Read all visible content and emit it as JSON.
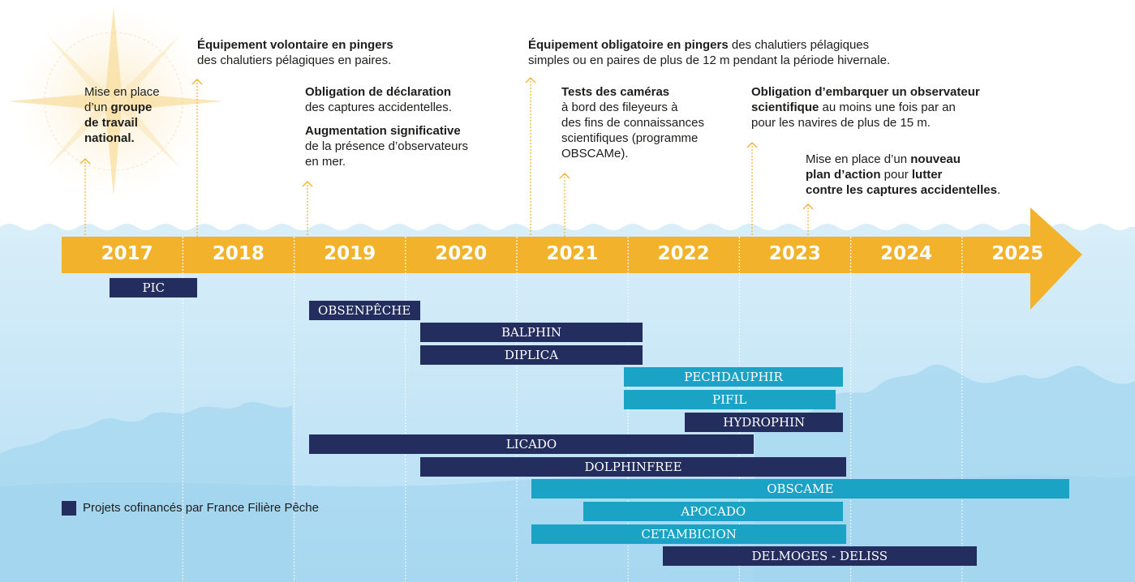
{
  "colors": {
    "arrow": "#f3b22b",
    "navy": "#232d5e",
    "cyan": "#1ba3c5",
    "sea_light": "#d4ecf8",
    "sea_dark": "#aedcf3",
    "pointer": "#f3b22b"
  },
  "icons": {
    "compass": "compass-rose-icon"
  },
  "years": [
    "2017",
    "2018",
    "2019",
    "2020",
    "2021",
    "2022",
    "2023",
    "2024",
    "2025"
  ],
  "annotations": [
    {
      "id": "groupe-travail",
      "parts": [
        [
          {
            "t": "Mise en place",
            "b": false
          }
        ],
        [
          {
            "t": "d’un ",
            "b": false
          },
          {
            "t": "groupe",
            "b": true
          }
        ],
        [
          {
            "t": "de travail",
            "b": true
          }
        ],
        [
          {
            "t": "national.",
            "b": true
          }
        ]
      ]
    },
    {
      "id": "pingers-volontaire",
      "parts": [
        [
          {
            "t": "Équipement volontaire en pingers",
            "b": true
          }
        ],
        [
          {
            "t": "des chalutiers pélagiques en paires.",
            "b": false
          }
        ]
      ]
    },
    {
      "id": "declaration",
      "parts": [
        [
          {
            "t": "Obligation de déclaration",
            "b": true
          }
        ],
        [
          {
            "t": "des captures accidentelles.",
            "b": false
          }
        ]
      ]
    },
    {
      "id": "observateurs",
      "parts": [
        [
          {
            "t": "Augmentation significative",
            "b": true
          }
        ],
        [
          {
            "t": "de la présence d’observateurs",
            "b": false
          }
        ],
        [
          {
            "t": "en mer.",
            "b": false
          }
        ]
      ]
    },
    {
      "id": "pingers-obligatoire",
      "parts": [
        [
          {
            "t": "Équipement obligatoire en pingers",
            "b": true
          },
          {
            "t": " des chalutiers pélagiques",
            "b": false
          }
        ],
        [
          {
            "t": "simples ou en paires de plus de 12 m pendant la période hivernale.",
            "b": false
          }
        ]
      ]
    },
    {
      "id": "cameras",
      "parts": [
        [
          {
            "t": "Tests des caméras",
            "b": true
          }
        ],
        [
          {
            "t": "à bord des fileyeurs à",
            "b": false
          }
        ],
        [
          {
            "t": "des fins de connaissances",
            "b": false
          }
        ],
        [
          {
            "t": "scientifiques (programme",
            "b": false
          }
        ],
        [
          {
            "t": "OBSCAMe).",
            "b": false
          }
        ]
      ]
    },
    {
      "id": "observateur-scientifique",
      "parts": [
        [
          {
            "t": "Obligation d’embarquer un observateur",
            "b": true
          }
        ],
        [
          {
            "t": "scientifique",
            "b": true
          },
          {
            "t": " au moins une fois par an",
            "b": false
          }
        ],
        [
          {
            "t": "pour les navires de plus de 15 m.",
            "b": false
          }
        ]
      ]
    },
    {
      "id": "plan-action",
      "parts": [
        [
          {
            "t": "Mise en place d’un ",
            "b": false
          },
          {
            "t": "nouveau",
            "b": true
          }
        ],
        [
          {
            "t": "plan d’action",
            "b": true
          },
          {
            "t": " pour ",
            "b": false
          },
          {
            "t": "lutter",
            "b": true
          }
        ],
        [
          {
            "t": "contre les captures accidentelles",
            "b": true
          },
          {
            "t": ".",
            "b": false
          }
        ]
      ]
    }
  ],
  "projects": [
    {
      "name": "PIC",
      "start": 2017.0,
      "end": 2018.0,
      "color": "navy"
    },
    {
      "name": "OBSENPÊCHE",
      "start": 2019.0,
      "end": 2020.0,
      "color": "navy"
    },
    {
      "name": "BALPHIN",
      "start": 2020.0,
      "end": 2022.0,
      "color": "navy"
    },
    {
      "name": "DIPLICA",
      "start": 2020.0,
      "end": 2022.0,
      "color": "navy"
    },
    {
      "name": "PECHDAUPHIR",
      "start": 2021.83,
      "end": 2023.8,
      "color": "cyan"
    },
    {
      "name": "PIFIL",
      "start": 2021.83,
      "end": 2023.73,
      "color": "cyan"
    },
    {
      "name": "HYDROPHIN",
      "start": 2022.38,
      "end": 2023.8,
      "color": "navy"
    },
    {
      "name": "LICADO",
      "start": 2019.0,
      "end": 2023.0,
      "color": "navy"
    },
    {
      "name": "DOLPHINFREE",
      "start": 2020.0,
      "end": 2023.83,
      "color": "navy"
    },
    {
      "name": "OBSCAME",
      "start": 2021.0,
      "end": 2025.83,
      "color": "cyan"
    },
    {
      "name": "APOCADO",
      "start": 2021.47,
      "end": 2023.8,
      "color": "cyan"
    },
    {
      "name": "CETAMBICION",
      "start": 2021.0,
      "end": 2023.83,
      "color": "cyan"
    },
    {
      "name": "DELMOGES - DELISS",
      "start": 2022.18,
      "end": 2025.0,
      "color": "navy"
    }
  ],
  "legend": {
    "label": "Projets cofinancés par France Filière Pêche",
    "color": "navy"
  }
}
